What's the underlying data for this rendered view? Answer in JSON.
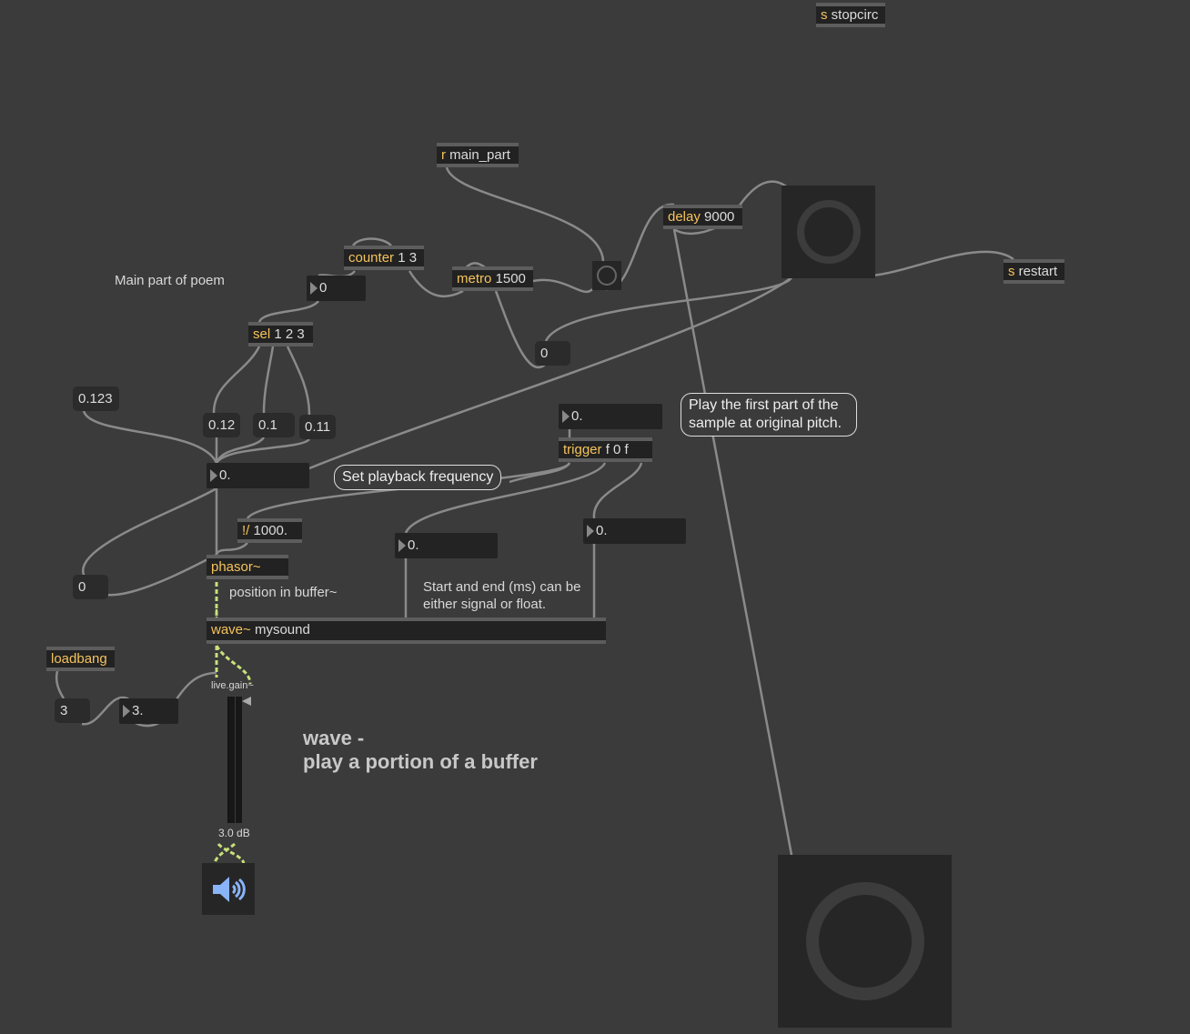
{
  "objects": {
    "s_stopcirc": {
      "k": "s",
      "a": "stopcirc"
    },
    "r_main_part": {
      "k": "r",
      "a": "main_part"
    },
    "delay": {
      "k": "delay",
      "a": "9000"
    },
    "s_restart": {
      "k": "s",
      "a": "restart"
    },
    "counter": {
      "k": "counter",
      "a": "1 3"
    },
    "metro": {
      "k": "metro",
      "a": "1500"
    },
    "sel": {
      "k": "sel",
      "a": "1 2 3"
    },
    "trigger": {
      "k": "trigger",
      "a": "f 0 f"
    },
    "rdiv": {
      "k": "!/",
      "a": "1000."
    },
    "phasor": {
      "k": "phasor~",
      "a": ""
    },
    "wave": {
      "k": "wave~",
      "a": "mysound"
    },
    "loadbang": {
      "k": "loadbang",
      "a": ""
    }
  },
  "numbers": {
    "counter_out": "0",
    "freq": "0.",
    "trigger_in": "0.",
    "start": "0.",
    "end": "0.",
    "gain_in": "3."
  },
  "messages": {
    "zero_a": "0",
    "m0123": "0.123",
    "m012": "0.12",
    "m01": "0.1",
    "m011": "0.11",
    "zero_b": "0",
    "three": "3"
  },
  "comments": {
    "main_part": "Main part of poem",
    "position": "position in buffer~",
    "start_end": "Start and end (ms) can be either signal or float.",
    "title1": "wave -",
    "title2": "play a portion of a buffer"
  },
  "bubbles": {
    "set_freq": "Set playback frequency",
    "play_first": "Play the first part of the sample at original pitch."
  },
  "gain": {
    "label": "live.gain~",
    "value": "3.0 dB"
  },
  "colors": {
    "bg": "#3b3b3b",
    "keyword": "#f5c35c",
    "signal": "#c8e07a",
    "dac": "#8ab4f8"
  }
}
